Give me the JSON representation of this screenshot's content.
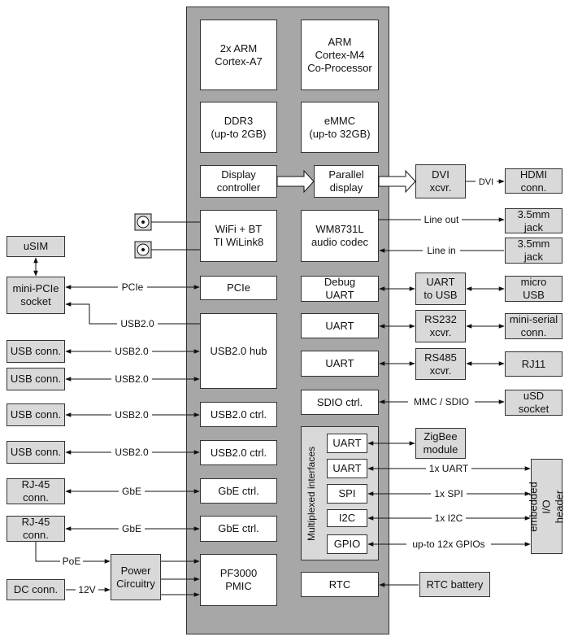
{
  "blocks": {
    "arm_a7": "2x ARM\nCortex-A7",
    "arm_m4": "ARM\nCortex-M4\nCo-Processor",
    "ddr3": "DDR3\n(up-to 2GB)",
    "emmc": "eMMC\n(up-to 32GB)",
    "display_ctrl": "Display\ncontroller",
    "parallel_display": "Parallel\ndisplay",
    "dvi_xcvr": "DVI\nxcvr.",
    "hdmi_conn": "HDMI\nconn.",
    "wifi_bt": "WiFi + BT\nTI WiLink8",
    "audio_codec": "WM8731L\naudio codec",
    "jack_out": "3.5mm\njack",
    "jack_in": "3.5mm\njack",
    "usim": "uSIM",
    "mini_pcie": "mini-PCIe\nsocket",
    "pcie": "PCIe",
    "debug_uart": "Debug\nUART",
    "uart_to_usb": "UART\nto USB",
    "micro_usb": "micro\nUSB",
    "usb_hub": "USB2.0 hub",
    "uart_rs232": "UART",
    "rs232_xcvr": "RS232\nxcvr.",
    "mini_serial": "mini-serial\nconn.",
    "usb_conn_1": "USB conn.",
    "usb_conn_2": "USB conn.",
    "uart_rs485": "UART",
    "rs485_xcvr": "RS485\nxcvr.",
    "rj11": "RJ11",
    "sdio_ctrl": "SDIO ctrl.",
    "usd_socket": "uSD\nsocket",
    "usb_conn_3": "USB conn.",
    "usb_ctrl_1": "USB2.0 ctrl.",
    "usb_conn_4": "USB conn.",
    "usb_ctrl_2": "USB2.0 ctrl.",
    "zigbee": "ZigBee\nmodule",
    "mux_uart_1": "UART",
    "mux_uart_2": "UART",
    "mux_spi": "SPI",
    "mux_i2c": "I2C",
    "mux_gpio": "GPIO",
    "multiplexed_label": "Multiplexed interfaces",
    "io_header": "embedded I/O\nheader",
    "rj45_1": "RJ-45\nconn.",
    "gbe_ctrl_1": "GbE ctrl.",
    "rj45_2": "RJ-45\nconn.",
    "gbe_ctrl_2": "GbE ctrl.",
    "power_circuitry": "Power\nCircuitry",
    "pmic": "PF3000\nPMIC",
    "dc_conn": "DC conn.",
    "rtc": "RTC",
    "rtc_battery": "RTC battery"
  },
  "links": {
    "dvi": "DVI",
    "line_out": "Line out",
    "line_in": "Line in",
    "pcie": "PCIe",
    "usb_mpcie": "USB2.0",
    "usb_1": "USB2.0",
    "usb_2": "USB2.0",
    "usb_3": "USB2.0",
    "usb_4": "USB2.0",
    "mmc_sdio": "MMC / SDIO",
    "uart_1x": "1x UART",
    "spi_1x": "1x SPI",
    "i2c_1x": "1x I2C",
    "gpio": "up-to 12x GPIOs",
    "gbe_1": "GbE",
    "gbe_2": "GbE",
    "poe": "PoE",
    "v12": "12V"
  },
  "colors": {
    "board": "#a7a7a7",
    "external": "#d9d9d9",
    "module": "#ffffff",
    "line": "#111111"
  },
  "icons": [
    "antenna-connector-icon",
    "antenna-connector-icon"
  ]
}
